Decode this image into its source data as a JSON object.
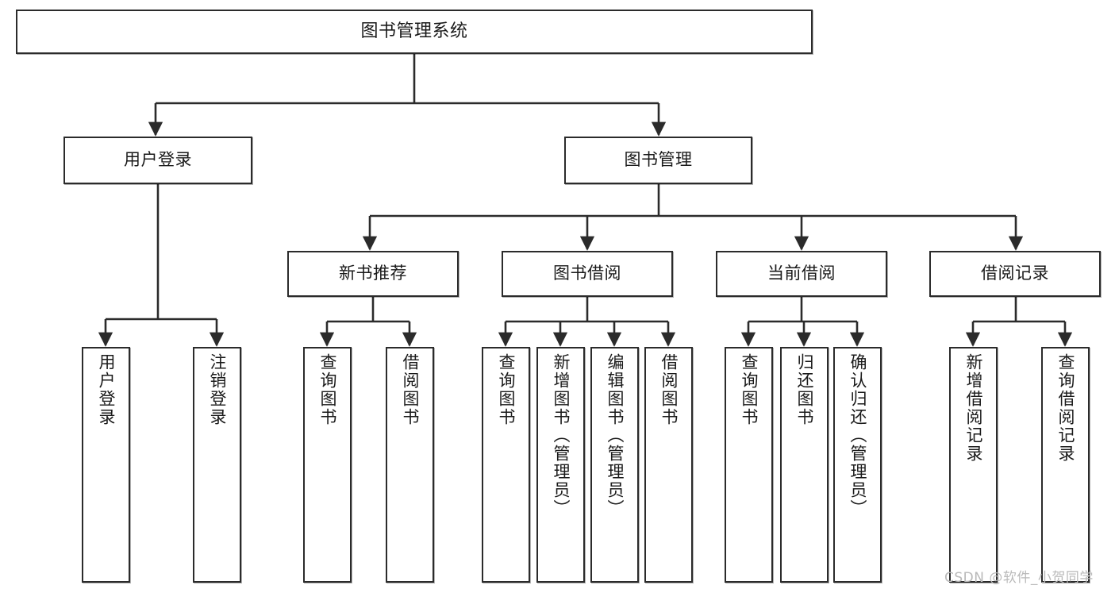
{
  "diagram": {
    "title": "图书管理系统",
    "type": "tree",
    "levels": {
      "root": {
        "label": "图书管理系统"
      },
      "level2": [
        {
          "id": "user-login",
          "label": "用户登录"
        },
        {
          "id": "book-manage",
          "label": "图书管理"
        }
      ],
      "level3": [
        {
          "id": "new-book-recommend",
          "label": "新书推荐",
          "parent": "book-manage"
        },
        {
          "id": "book-borrow",
          "label": "图书借阅",
          "parent": "book-manage"
        },
        {
          "id": "current-borrow",
          "label": "当前借阅",
          "parent": "book-manage"
        },
        {
          "id": "borrow-record",
          "label": "借阅记录",
          "parent": "book-manage"
        }
      ],
      "leaves": [
        {
          "id": "leaf-user-login",
          "label": "用户登录",
          "parent": "user-login"
        },
        {
          "id": "leaf-logout-login",
          "label": "注销登录",
          "parent": "user-login"
        },
        {
          "id": "leaf-query-book-1",
          "label": "查询图书",
          "parent": "new-book-recommend"
        },
        {
          "id": "leaf-borrow-book-1",
          "label": "借阅图书",
          "parent": "new-book-recommend"
        },
        {
          "id": "leaf-query-book-2",
          "label": "查询图书",
          "parent": "book-borrow"
        },
        {
          "id": "leaf-add-book",
          "label": "新增图书（管理员）",
          "parent": "book-borrow"
        },
        {
          "id": "leaf-edit-book",
          "label": "编辑图书（管理员）",
          "parent": "book-borrow"
        },
        {
          "id": "leaf-borrow-book-2",
          "label": "借阅图书",
          "parent": "book-borrow"
        },
        {
          "id": "leaf-query-book-3",
          "label": "查询图书",
          "parent": "current-borrow"
        },
        {
          "id": "leaf-return-book",
          "label": "归还图书",
          "parent": "current-borrow"
        },
        {
          "id": "leaf-confirm-return",
          "label": "确认归还（管理员）",
          "parent": "current-borrow"
        },
        {
          "id": "leaf-add-record",
          "label": "新增借阅记录",
          "parent": "borrow-record"
        },
        {
          "id": "leaf-query-record",
          "label": "查询借阅记录",
          "parent": "borrow-record"
        }
      ]
    },
    "colors": {
      "stroke": "#2b2b2b",
      "fill": "#ffffff",
      "text": "#1a1a1a",
      "watermark": "#b9b9b9"
    }
  },
  "watermark": {
    "text": "CSDN @软件_小贺同学"
  }
}
